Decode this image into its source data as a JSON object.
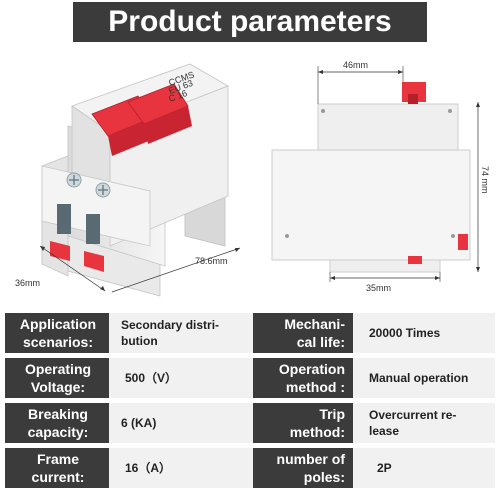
{
  "banner": {
    "title": "Product parameters"
  },
  "dimensions": {
    "depth": "36mm",
    "height_left": "78.6mm",
    "width_top": "46mm",
    "height_right": "74 mm",
    "width_bottom": "35mm"
  },
  "device": {
    "label_lines": [
      "CCMS",
      "EU 63",
      "C 16"
    ],
    "housing_color": "#eeeeee",
    "handle_color": "#e8343f"
  },
  "specs": [
    {
      "label": "Application\nscenarios:",
      "value": "Secondary distri-\nbution",
      "label2": "Mechani-\ncal life:",
      "value2": "20000 Times"
    },
    {
      "label": "Operating\nVoltage:",
      "value": "500（V）",
      "label2": "Operation\nmethod :",
      "value2": "Manual operation"
    },
    {
      "label": "Breaking\ncapacity:",
      "value": "6 (KA)",
      "label2": "Trip\nmethod:",
      "value2": "Overcurrent re-\nlease"
    },
    {
      "label": "Frame\ncurrent:",
      "value": "16（A）",
      "label2": "number of\npoles:",
      "value2": "2P"
    }
  ]
}
